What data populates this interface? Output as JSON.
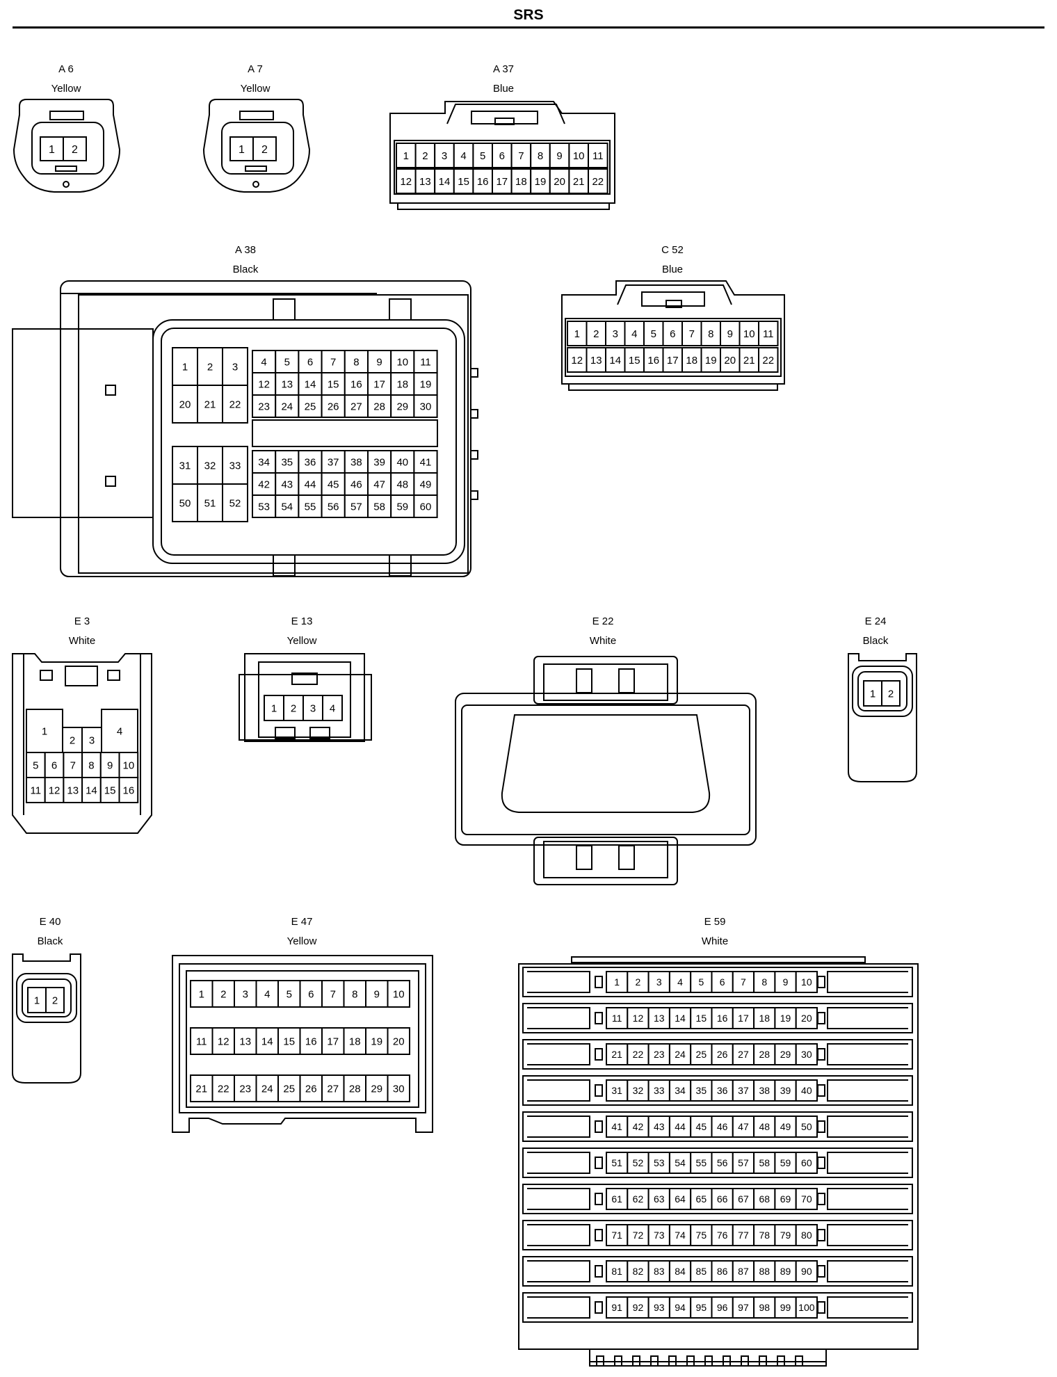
{
  "title": "SRS",
  "connectors": [
    {
      "id": "A 6",
      "color": "Yellow"
    },
    {
      "id": "A 7",
      "color": "Yellow"
    },
    {
      "id": "A 37",
      "color": "Blue"
    },
    {
      "id": "A 38",
      "color": "Black"
    },
    {
      "id": "C 52",
      "color": "Blue"
    },
    {
      "id": "E 3",
      "color": "White"
    },
    {
      "id": "E 13",
      "color": "Yellow"
    },
    {
      "id": "E 22",
      "color": "White"
    },
    {
      "id": "E 24",
      "color": "Black"
    },
    {
      "id": "E 40",
      "color": "Black"
    },
    {
      "id": "E 47",
      "color": "Yellow"
    },
    {
      "id": "E 59",
      "color": "White"
    }
  ]
}
